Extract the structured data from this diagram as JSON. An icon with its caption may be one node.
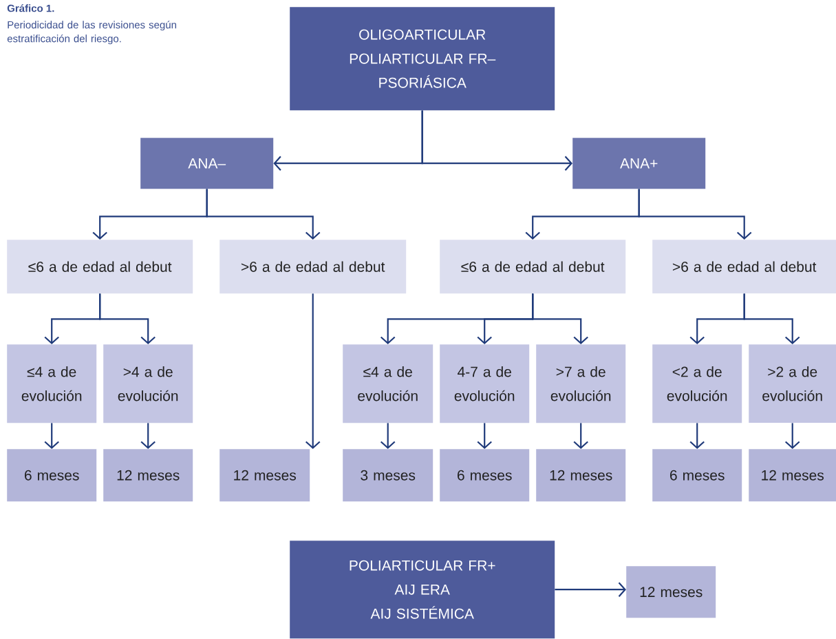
{
  "diagram": {
    "title": "Gráfico 1.",
    "caption": "Periodicidad de las revisiones según estratificación del riesgo.",
    "nodes": [
      {
        "text": [
          "OLIGOARTICULAR",
          "POLIARTICULAR FR–",
          "PSORIÁSICA"
        ]
      },
      {
        "text": [
          "ANA–"
        ]
      },
      {
        "text": [
          "ANA+"
        ]
      },
      {
        "text": [
          "≤6 a de edad al debut"
        ]
      },
      {
        "text": [
          ">6 a de edad al debut"
        ]
      },
      {
        "text": [
          "≤6 a de edad al debut"
        ]
      },
      {
        "text": [
          ">6 a de edad al debut"
        ]
      },
      {
        "text": [
          "≤4 a de evolución"
        ]
      },
      {
        "text": [
          ">4 a de evolución"
        ]
      },
      {
        "text": [
          "≤4 a de evolución"
        ]
      },
      {
        "text": [
          "4-7 a de evolución"
        ]
      },
      {
        "text": [
          ">7 a de evolución"
        ]
      },
      {
        "text": [
          "<2 a de evolución"
        ]
      },
      {
        "text": [
          ">2 a de evolución"
        ]
      },
      {
        "text": [
          "6 meses"
        ]
      },
      {
        "text": [
          "12 meses"
        ]
      },
      {
        "text": [
          "12 meses"
        ]
      },
      {
        "text": [
          "3 meses"
        ]
      },
      {
        "text": [
          "6 meses"
        ]
      },
      {
        "text": [
          "12 meses"
        ]
      },
      {
        "text": [
          "6 meses"
        ]
      },
      {
        "text": [
          "12 meses"
        ]
      },
      {
        "text": [
          "POLIARTICULAR FR+",
          "AIJ ERA",
          "AIJ SISTÉMICA"
        ]
      },
      {
        "text": [
          "12 meses"
        ]
      }
    ],
    "edges": [
      {
        "from": 0,
        "to": 1,
        "arrow": "to"
      },
      {
        "from": 0,
        "to": 2,
        "arrow": "to"
      },
      {
        "from": 1,
        "to": 3,
        "arrow": "to"
      },
      {
        "from": 1,
        "to": 4,
        "arrow": "to"
      },
      {
        "from": 2,
        "to": 5,
        "arrow": "to"
      },
      {
        "from": 2,
        "to": 6,
        "arrow": "to"
      },
      {
        "from": 3,
        "to": 7,
        "arrow": "to"
      },
      {
        "from": 3,
        "to": 8,
        "arrow": "to"
      },
      {
        "from": 4,
        "to": 16,
        "arrow": "to"
      },
      {
        "from": 5,
        "to": 9,
        "arrow": "to"
      },
      {
        "from": 5,
        "to": 10,
        "arrow": "to"
      },
      {
        "from": 5,
        "to": 11,
        "arrow": "to"
      },
      {
        "from": 6,
        "to": 12,
        "arrow": "to"
      },
      {
        "from": 6,
        "to": 13,
        "arrow": "to"
      },
      {
        "from": 7,
        "to": 14,
        "arrow": "to"
      },
      {
        "from": 8,
        "to": 15,
        "arrow": "to"
      },
      {
        "from": 9,
        "to": 17,
        "arrow": "to"
      },
      {
        "from": 10,
        "to": 18,
        "arrow": "to"
      },
      {
        "from": 11,
        "to": 19,
        "arrow": "to"
      },
      {
        "from": 12,
        "to": 20,
        "arrow": "to"
      },
      {
        "from": 13,
        "to": 21,
        "arrow": "to"
      },
      {
        "from": 22,
        "to": 23,
        "arrow": "to"
      }
    ]
  }
}
